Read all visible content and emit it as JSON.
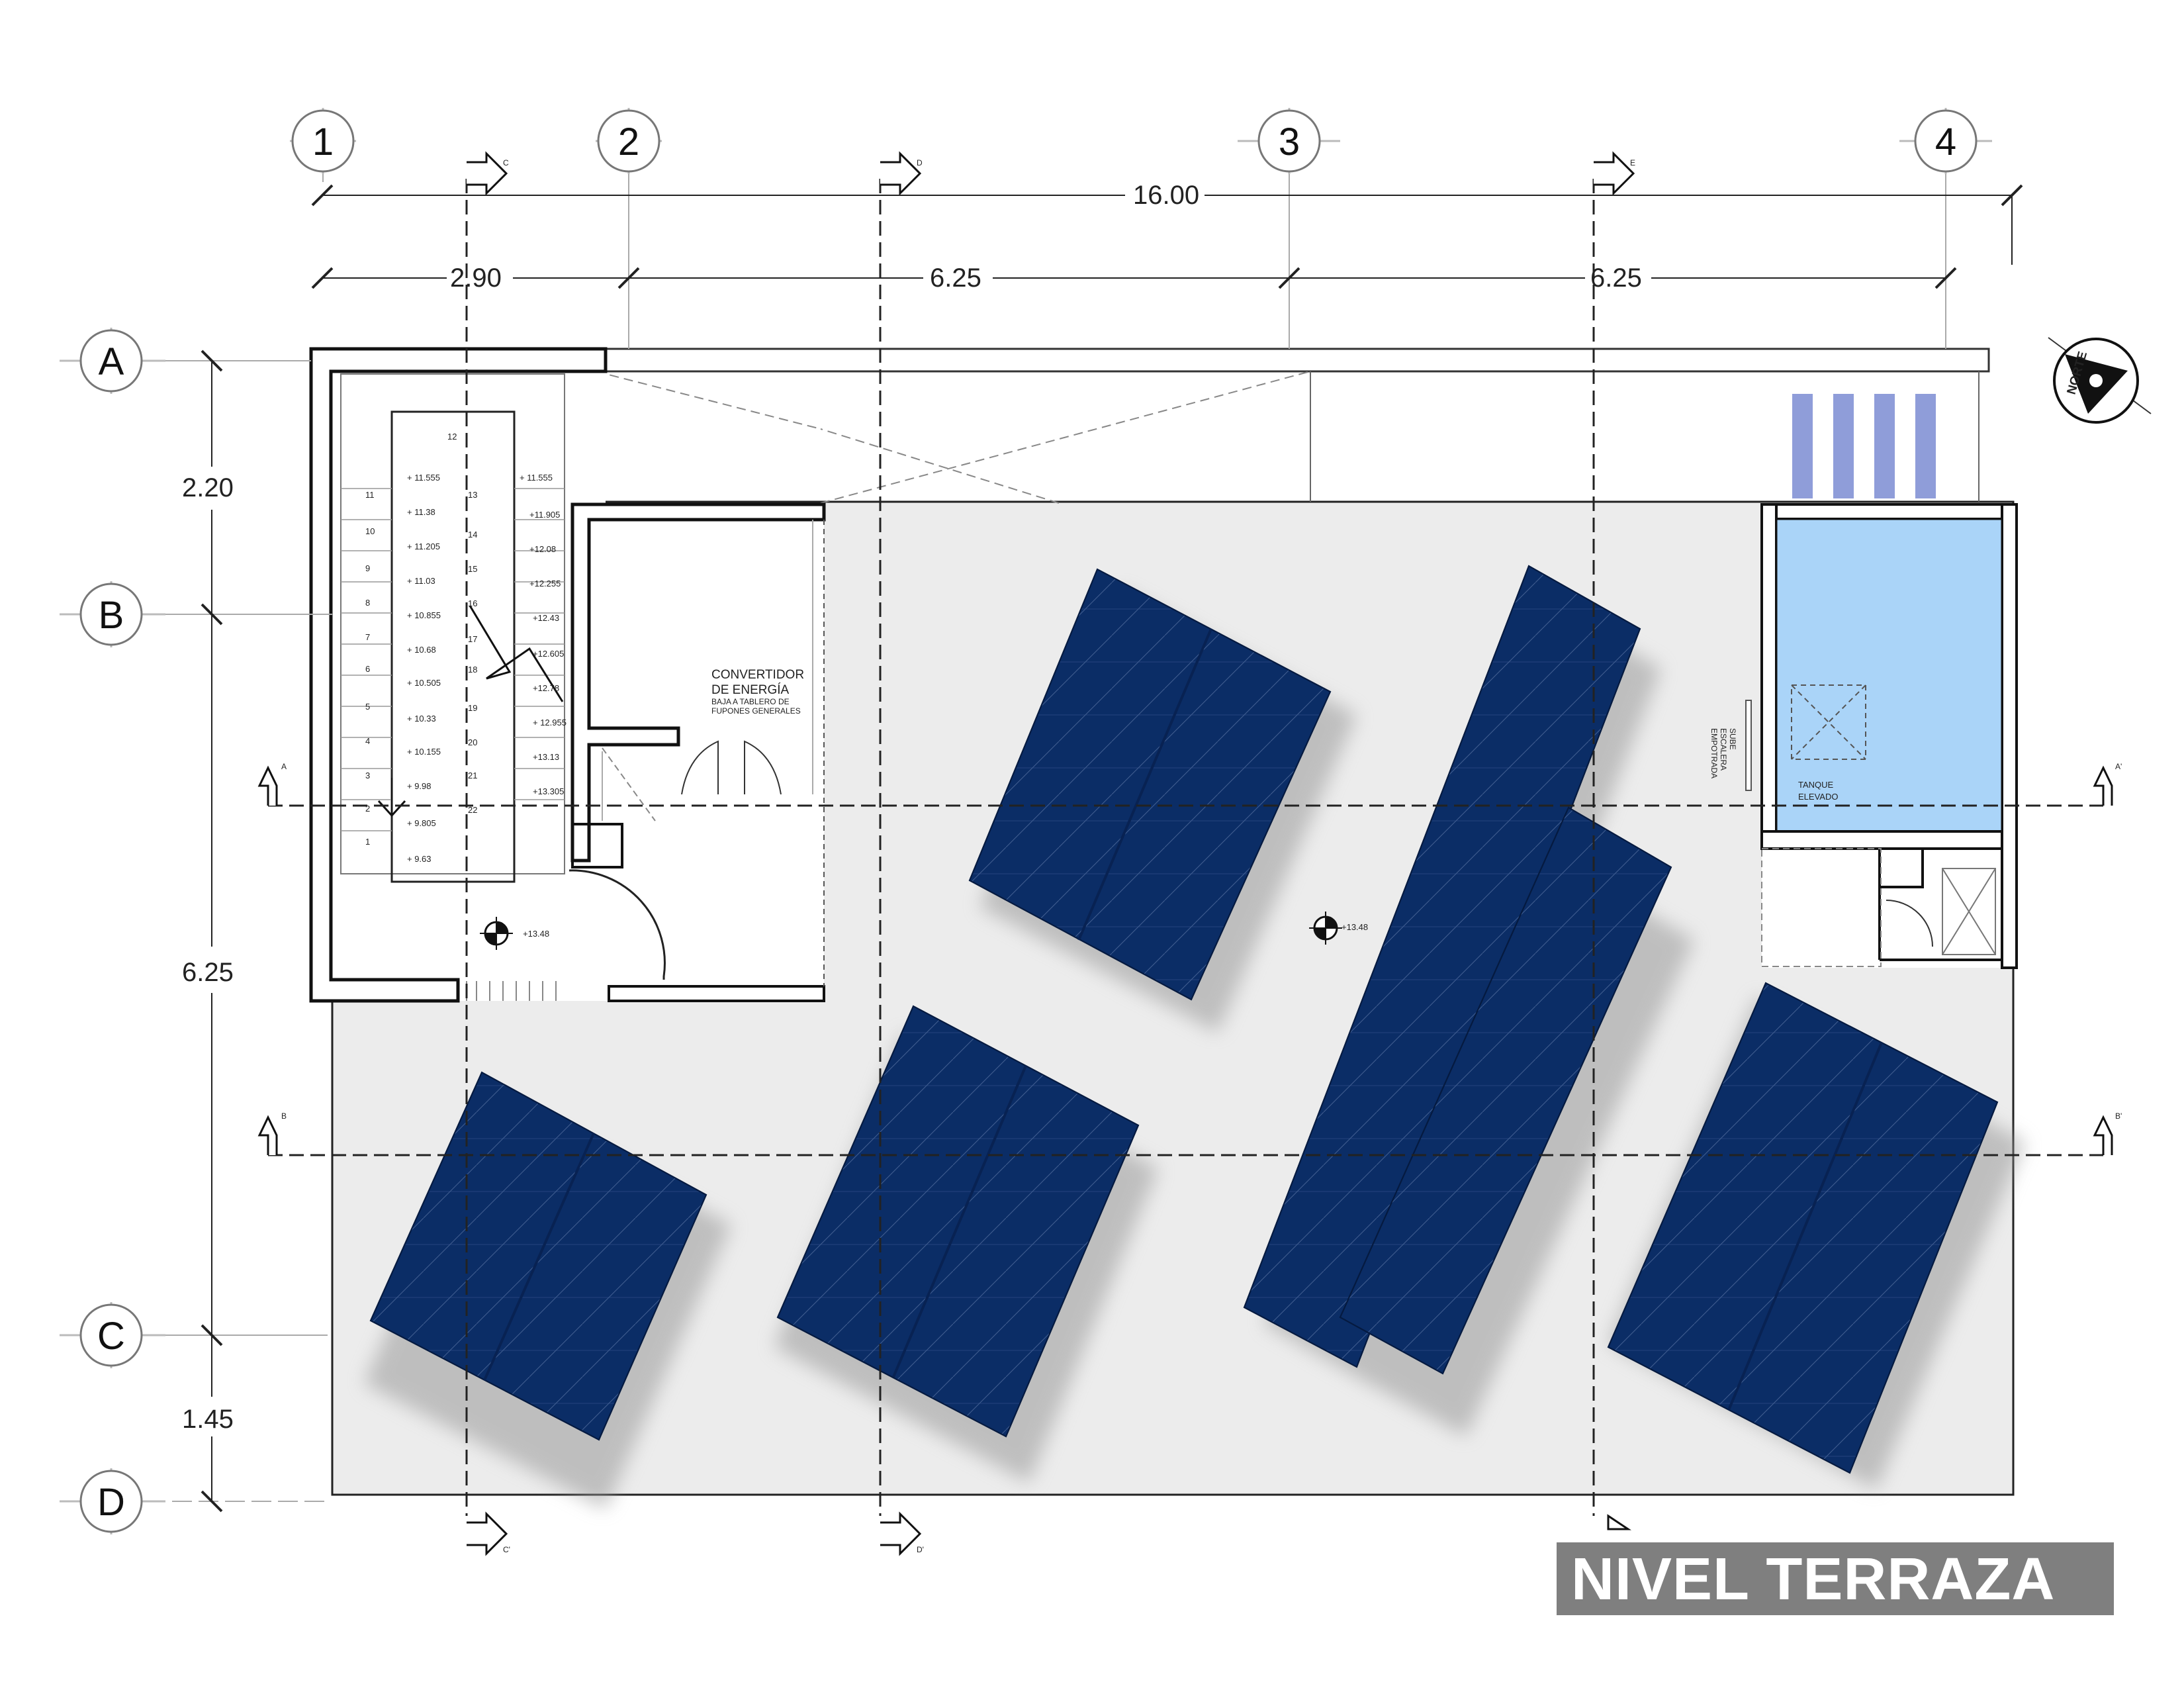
{
  "title": "NIVEL TERRAZA",
  "grid_columns": [
    "1",
    "2",
    "3",
    "4"
  ],
  "grid_rows": [
    "A",
    "B",
    "C",
    "D"
  ],
  "dimensions": {
    "total_width": "16.00",
    "span_1_2": "2.90",
    "span_2_3": "6.25",
    "span_3_4": "6.25",
    "span_A_B": "2.20",
    "span_B_C": "6.25",
    "span_C_D": "1.45"
  },
  "section_markers": {
    "c_top": "C",
    "d_top": "D",
    "e_top": "E",
    "c_bottom": "C'",
    "d_bottom": "D'",
    "a_left": "A",
    "a_right": "A'",
    "b_left": "B",
    "b_right": "B'"
  },
  "north_label": "NORTE",
  "rooms": {
    "converter_title_1": "CONVERTIDOR",
    "converter_title_2": "DE ENERGÍA",
    "converter_note_1": "BAJA A TABLERO DE",
    "converter_note_2": "FUPONES GENERALES",
    "tank_label_1": "TANQUE",
    "tank_label_2": "ELEVADO",
    "stair_note_1": "SUBE",
    "stair_note_2": "ESCALERA",
    "stair_note_3": "EMPOTRADA"
  },
  "level_marks": {
    "stair_landing": "+13.48",
    "roof": "+13.48"
  },
  "stair": {
    "left_steps": [
      "11",
      "10",
      "9",
      "8",
      "7",
      "6",
      "5",
      "4",
      "3",
      "2",
      "1"
    ],
    "left_levels": [
      "+ 11.555",
      "+ 11.38",
      "+ 11.205",
      "+ 11.03",
      "+ 10.855",
      "+ 10.68",
      "+ 10.505",
      "+ 10.33",
      "+ 10.155",
      "+ 9.98",
      "+ 9.805",
      "+ 9.63"
    ],
    "top_step": "12",
    "right_steps": [
      "13",
      "14",
      "15",
      "16",
      "17",
      "18",
      "19",
      "20",
      "21",
      "22"
    ],
    "right_levels": [
      "+ 11.555",
      "+11.905",
      "+12.08",
      "+12.255",
      "+12.43",
      "+12.605",
      "+12.78",
      "+ 12.955",
      "+13.13",
      "+13.305"
    ]
  },
  "colors": {
    "panel": "#0b2d66",
    "tank_fill": "#aad4f8",
    "terrace_fill": "#ececec",
    "collector": "#8f9dd9",
    "title_bg": "#7f7f7f"
  },
  "icons": [
    "section-arrow-icon",
    "level-mark-icon",
    "north-arrow-icon"
  ]
}
